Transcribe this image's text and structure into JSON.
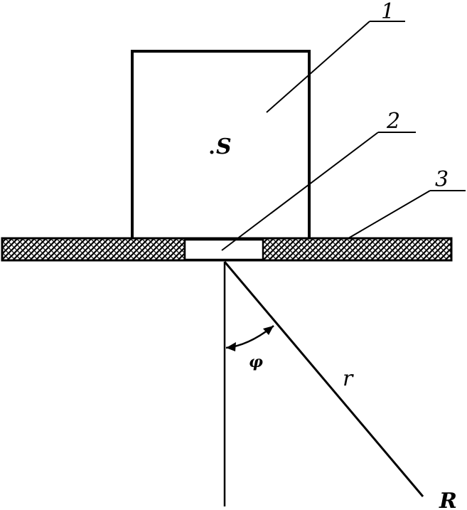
{
  "labels": {
    "callout_1": "1",
    "callout_2": "2",
    "callout_3": "3",
    "point_source": "S",
    "angle": "φ",
    "distance": "r",
    "receiver_point": "R"
  },
  "colors": {
    "ink": "#000000",
    "background": "#ffffff"
  }
}
